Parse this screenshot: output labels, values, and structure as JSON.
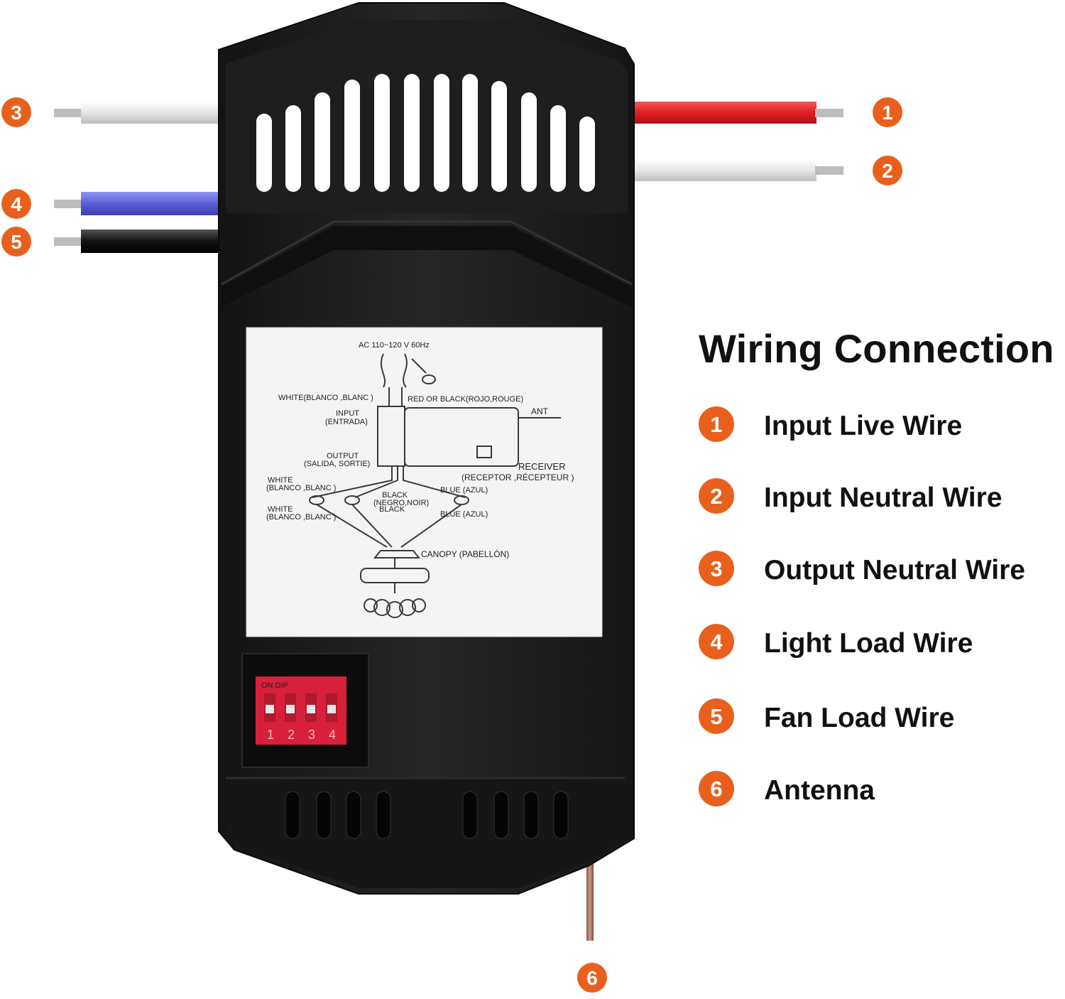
{
  "colors": {
    "accent": "#e8601c",
    "housing": "#1c1c1c",
    "wire_red": "#e42026",
    "wire_white": "#e4e4e4",
    "wire_blue": "#5b5fd6",
    "wire_black": "#111111",
    "dip_switch": "#d8203a"
  },
  "callouts": [
    {
      "number": "1",
      "wire": "red"
    },
    {
      "number": "2",
      "wire": "white"
    },
    {
      "number": "3",
      "wire": "white"
    },
    {
      "number": "4",
      "wire": "blue"
    },
    {
      "number": "5",
      "wire": "black"
    },
    {
      "number": "6",
      "wire": "antenna"
    }
  ],
  "legend": {
    "title": "Wiring Connection",
    "items": [
      {
        "number": "1",
        "label": "Input Live Wire"
      },
      {
        "number": "2",
        "label": "Input Neutral Wire"
      },
      {
        "number": "3",
        "label": "Output Neutral Wire"
      },
      {
        "number": "4",
        "label": "Light Load Wire"
      },
      {
        "number": "5",
        "label": "Fan Load Wire"
      },
      {
        "number": "6",
        "label": "Antenna"
      }
    ]
  },
  "sticker": {
    "power": "AC 110~120 V 60Hz",
    "white_top": "WHITE(BLANCO ,BLANC )",
    "red_black": "RED OR BLACK(ROJO,ROUGE)",
    "input": "INPUT",
    "input_es": "(ENTRADA)",
    "ant": "ANT",
    "output": "OUTPUT",
    "output_es": "(SALIDA, SORTIE)",
    "receiver": "RECEIVER",
    "receiver_es": "(RECEPTOR ,RÉCEPTEUR )",
    "white_1": "WHITE",
    "white_1_es": "(BLANCO ,BLANC )",
    "black": "BLACK",
    "black_es": "(NEGRO,NOIR)",
    "black_2": "BLACK",
    "blue_1": "BLUE (AZUL)",
    "white_2": "WHITE",
    "white_2_es": "(BLANCO ,BLANC )",
    "blue_2": "BLUE (AZUL)",
    "canopy": "CANOPY (PABELLÓN)"
  },
  "dip_switch": {
    "header": "ON DIP",
    "positions": [
      "1",
      "2",
      "3",
      "4"
    ]
  }
}
